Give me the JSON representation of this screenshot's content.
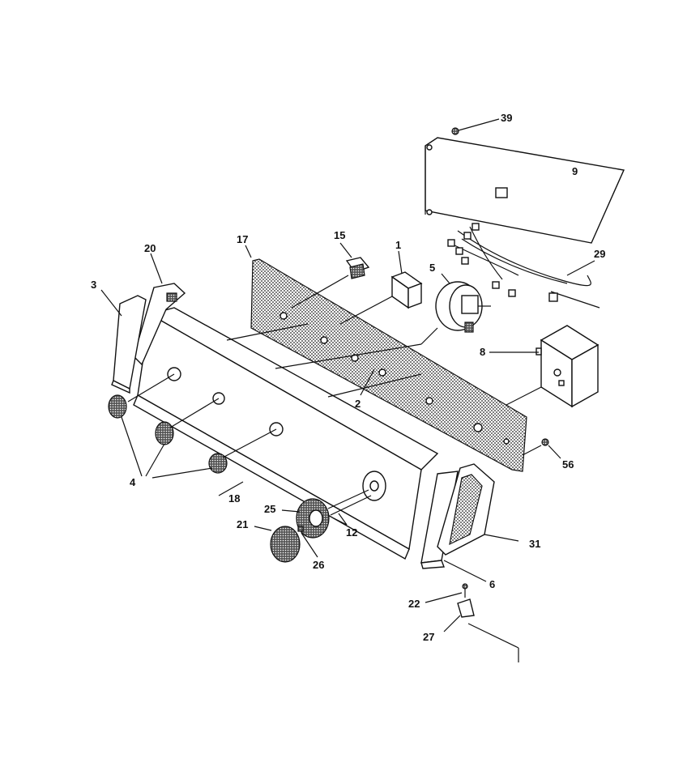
{
  "diagram": {
    "callouts": {
      "p39": "39",
      "p9": "9",
      "p29": "29",
      "p17": "17",
      "p15": "15",
      "p1": "1",
      "p5": "5",
      "p20": "20",
      "p3": "3",
      "p8": "8",
      "p2": "2",
      "p56": "56",
      "p4": "4",
      "p18": "18",
      "p25": "25",
      "p12": "12",
      "p21": "21",
      "p26": "26",
      "p31": "31",
      "p6": "6",
      "p22": "22",
      "p27": "27"
    },
    "colors": {
      "line": "#111111",
      "background": "#ffffff"
    }
  }
}
